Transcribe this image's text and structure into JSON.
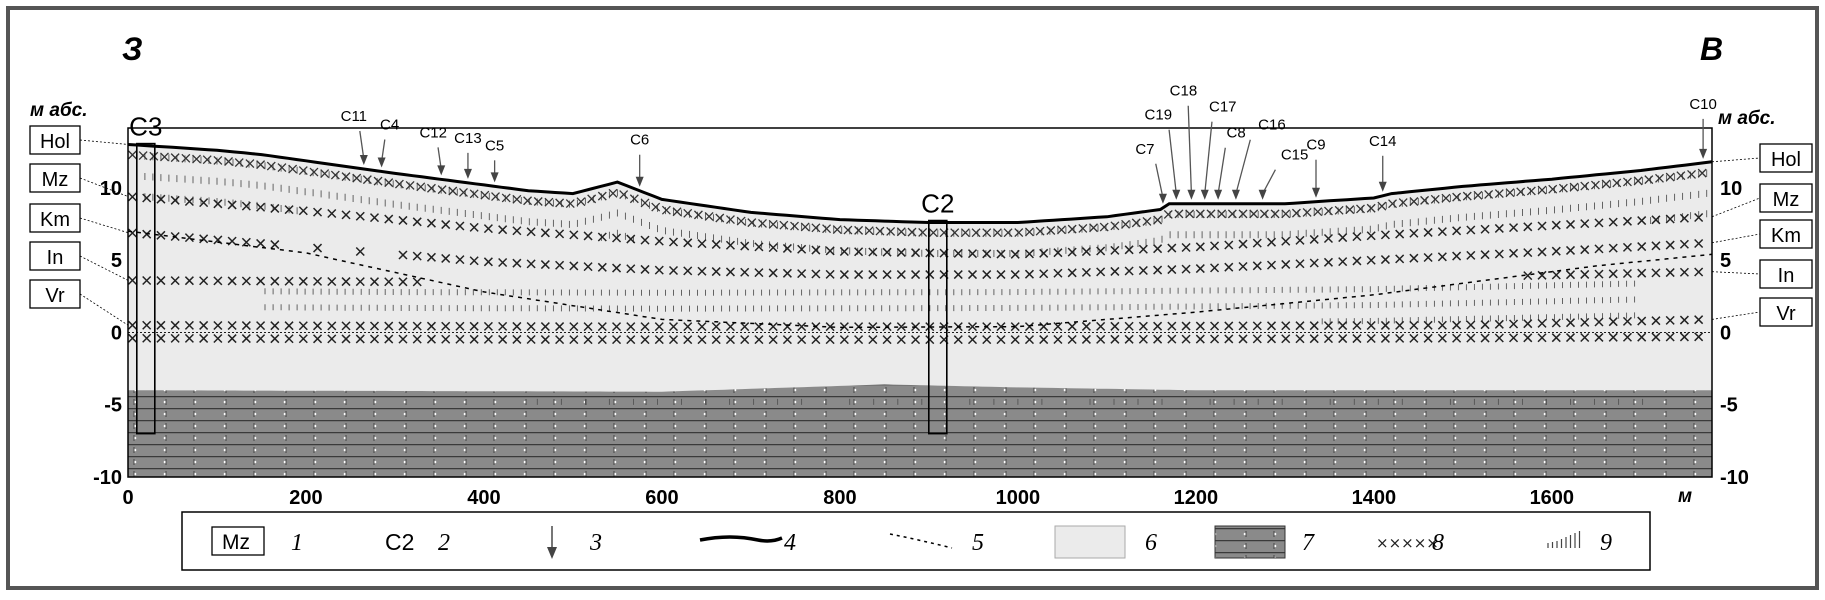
{
  "directions": {
    "west": "З",
    "east": "В"
  },
  "axis": {
    "left_unit": "м абс.",
    "right_unit": "м абс.",
    "x_unit": "м",
    "y_ticks": [
      "10",
      "5",
      "0",
      "-5",
      "-10"
    ],
    "y_values": [
      10,
      5,
      0,
      -5,
      -10
    ],
    "x_ticks": [
      "0",
      "200",
      "400",
      "600",
      "800",
      "1000",
      "1200",
      "1400",
      "1600"
    ],
    "x_values": [
      0,
      200,
      400,
      600,
      800,
      1000,
      1200,
      1400,
      1600
    ],
    "x_range": [
      0,
      1780
    ],
    "y_range": [
      -10,
      14
    ]
  },
  "layer_labels_left": [
    "Hol",
    "Mz",
    "Km",
    "In",
    "Vr"
  ],
  "layer_labels_right": [
    "Hol",
    "Mz",
    "Km",
    "In",
    "Vr"
  ],
  "boreholes": [
    {
      "label": "C3",
      "x": 20
    },
    {
      "label": "C2",
      "x": 910
    }
  ],
  "stations": [
    {
      "label": "C11",
      "x": 265
    },
    {
      "label": "C4",
      "x": 285
    },
    {
      "label": "C12",
      "x": 352
    },
    {
      "label": "C13",
      "x": 382
    },
    {
      "label": "C5",
      "x": 412
    },
    {
      "label": "C6",
      "x": 575
    },
    {
      "label": "C7",
      "x": 1163
    },
    {
      "label": "C19",
      "x": 1178
    },
    {
      "label": "C18",
      "x": 1195
    },
    {
      "label": "C17",
      "x": 1210
    },
    {
      "label": "C8",
      "x": 1225
    },
    {
      "label": "C16",
      "x": 1245
    },
    {
      "label": "C15",
      "x": 1275
    },
    {
      "label": "C9",
      "x": 1335
    },
    {
      "label": "C14",
      "x": 1410
    },
    {
      "label": "C10",
      "x": 1770
    }
  ],
  "legend": [
    {
      "symbol": "Mz",
      "num": "1"
    },
    {
      "symbol": "C2",
      "num": "2"
    },
    {
      "symbol": "arrow",
      "num": "3"
    },
    {
      "symbol": "thick-line",
      "num": "4"
    },
    {
      "symbol": "dashed-line",
      "num": "5"
    },
    {
      "symbol": "light-fill",
      "num": "6"
    },
    {
      "symbol": "dark-fill",
      "num": "7"
    },
    {
      "symbol": "crosses",
      "num": "8"
    },
    {
      "symbol": "ticks",
      "num": "9"
    }
  ],
  "colors": {
    "light_fill": "#ebebeb",
    "dark_fill": "#8a8a8a",
    "line": "#000000"
  }
}
